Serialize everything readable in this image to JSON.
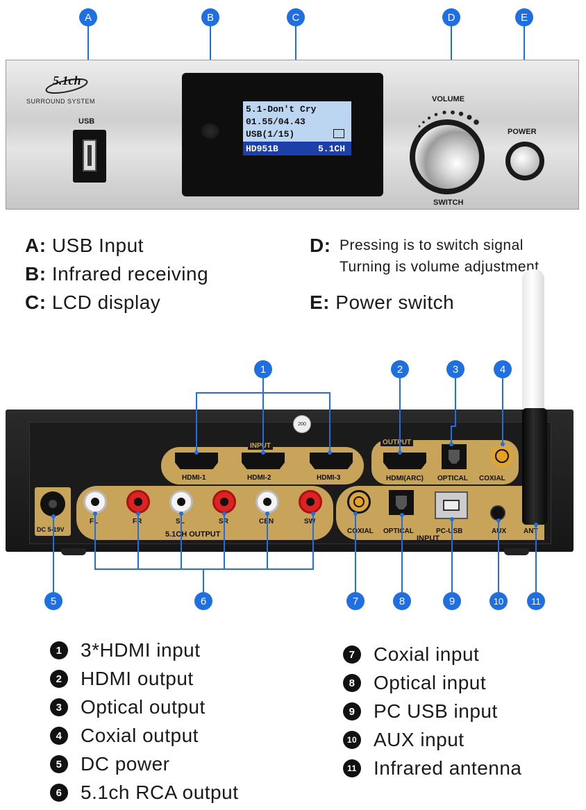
{
  "front": {
    "callouts": [
      "A",
      "B",
      "C",
      "D",
      "E"
    ],
    "logo_brand": "5.1ch",
    "logo_text": "SURROUND SYSTEM",
    "usb_label": "USB",
    "volume_label": "VOLUME",
    "switch_label": "SWITCH",
    "power_label": "POWER",
    "lcd": {
      "line1": "5.1-Don't Cry",
      "line2": "01.55/04.43",
      "line3": "USB(1/15)",
      "line4_left": "HD951B",
      "line4_right": "5.1CH"
    }
  },
  "front_descriptions": {
    "a_key": "A:",
    "a_text": "USB Input",
    "b_key": "B:",
    "b_text": "Infrared receiving",
    "c_key": "C:",
    "c_text": "LCD display",
    "d_key": "D:",
    "d_text1": "Pressing is to switch signal",
    "d_text2": "Turning is volume adjustment",
    "e_key": "E:",
    "e_text": "Power switch"
  },
  "rear": {
    "callouts": [
      "1",
      "2",
      "3",
      "4",
      "5",
      "6",
      "7",
      "8",
      "9",
      "10",
      "11"
    ],
    "input_group": "INPUT",
    "hdmi1": "HDMI-1",
    "hdmi2": "HDMI-2",
    "hdmi3": "HDMI-3",
    "output_group": "OUTPUT",
    "hdmi_arc": "HDMI(ARC)",
    "optical_out": "OPTICAL",
    "coaxial_out": "COXIAL",
    "dc_label": "DC 5-19V",
    "rca_labels": [
      "FL",
      "FR",
      "SL",
      "SR",
      "CEN",
      "SW"
    ],
    "rca_group": "5.1CH OUTPUT",
    "coaxial_in": "COXIAL",
    "optical_in": "OPTICAL",
    "pcusb": "PC-USB",
    "aux": "AUX",
    "ant": "ANT",
    "input_group2": "INPUT",
    "sticker": "200"
  },
  "legend": {
    "items": [
      {
        "n": "1",
        "text": "3*HDMI input"
      },
      {
        "n": "2",
        "text": "HDMI output"
      },
      {
        "n": "3",
        "text": "Optical output"
      },
      {
        "n": "4",
        "text": "Coxial output"
      },
      {
        "n": "5",
        "text": "DC power"
      },
      {
        "n": "6",
        "text": "5.1ch RCA output"
      },
      {
        "n": "7",
        "text": "Coxial input"
      },
      {
        "n": "8",
        "text": "Optical input"
      },
      {
        "n": "9",
        "text": "PC USB input"
      },
      {
        "n": "10",
        "text": "AUX input"
      },
      {
        "n": "11",
        "text": "Infrared antenna"
      }
    ]
  },
  "colors": {
    "callout_blue": "#1f6fe0",
    "panel_silver": "#d9d9d9",
    "rear_black": "#1c1c1c",
    "gold": "#c8a45a",
    "lcd_blue": "#bcd6f2"
  }
}
